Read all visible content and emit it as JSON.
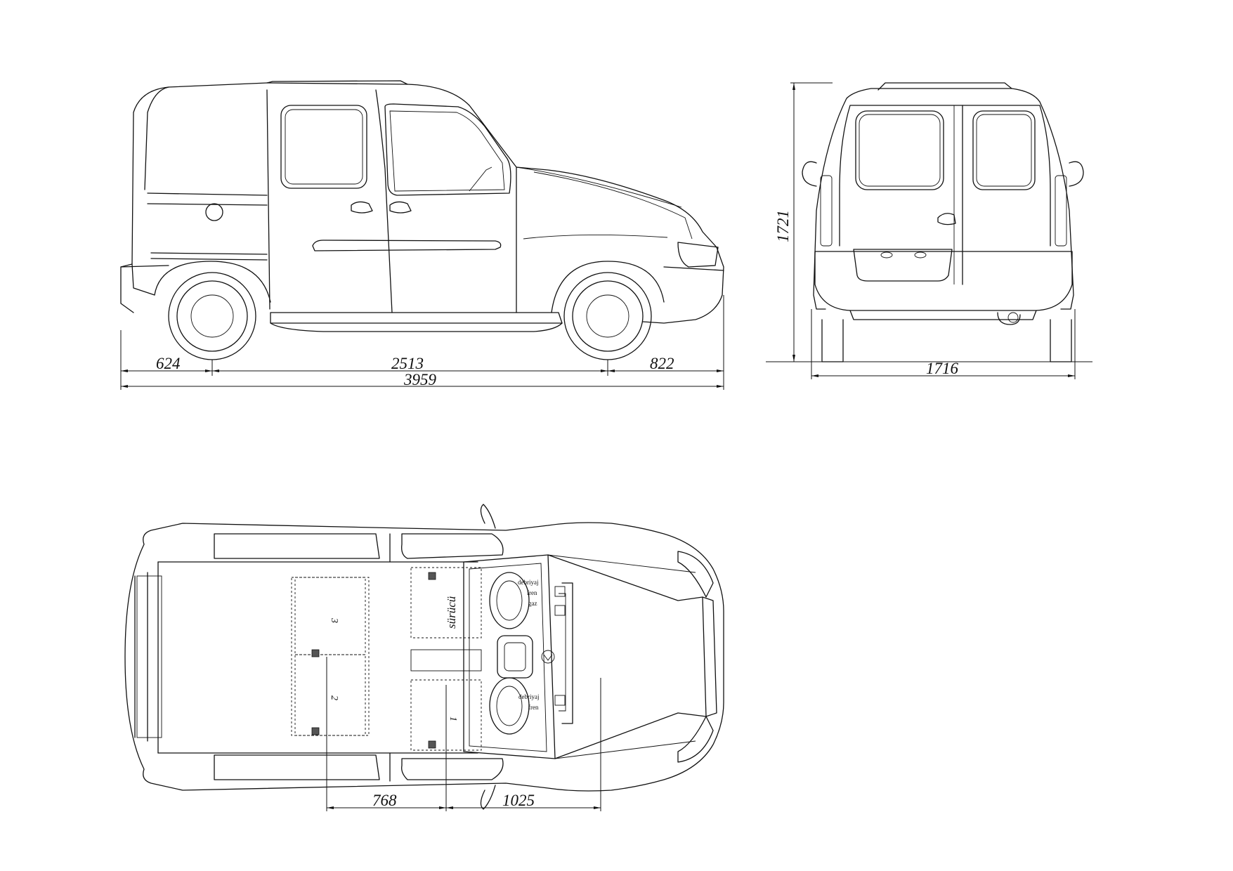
{
  "dimensions": {
    "front_overhang": "624",
    "wheelbase": "2513",
    "rear_overhang": "822",
    "overall_length": "3959",
    "height": "1721",
    "width": "1716",
    "seat_row_spacing": "768",
    "driver_to_pedal": "1025"
  },
  "labels": {
    "driver": "sürücü",
    "seat1": "1",
    "seat2": "2",
    "seat3": "3",
    "clutch_top": "debriyaj",
    "brake_top": "fren",
    "gas": "gaz",
    "clutch_bottom": "debriyaj",
    "brake_bottom": "fren"
  },
  "colors": {
    "line": "#111111",
    "background": "#ffffff"
  }
}
